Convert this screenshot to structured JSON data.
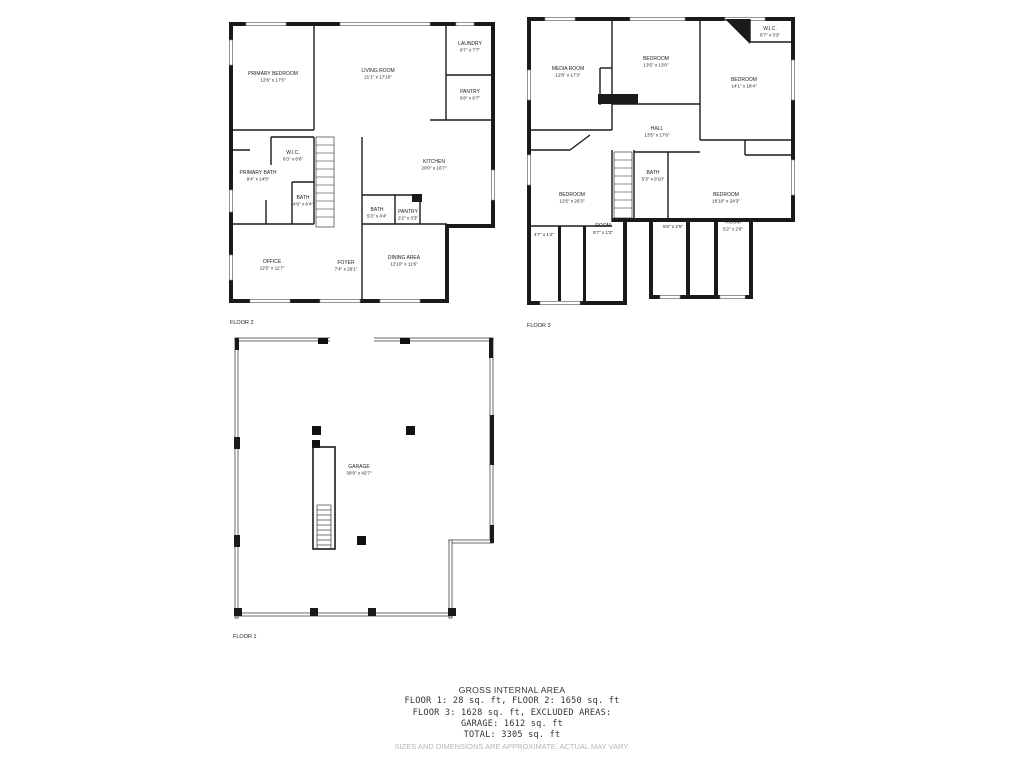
{
  "floors": {
    "floor2": {
      "label": "FLOOR 2",
      "rooms": {
        "primary_bedroom": {
          "name": "PRIMARY BEDROOM",
          "dim": "12'6\" x 17'5\""
        },
        "living_room": {
          "name": "LIVING ROOM",
          "dim": "21'1\" x 17'10\""
        },
        "laundry": {
          "name": "LAUNDRY",
          "dim": "6'7\" x 7'7\""
        },
        "pantry_a": {
          "name": "PANTRY",
          "dim": "6'8\" x 6'7\""
        },
        "wic": {
          "name": "W.I.C.",
          "dim": "6'3\" x 6'6\""
        },
        "primary_bath": {
          "name": "PRIMARY BATH",
          "dim": "9'4\" x 14'5\""
        },
        "bath_small": {
          "name": "BATH",
          "dim": "4'9\" x 6'4\""
        },
        "kitchen": {
          "name": "KITCHEN",
          "dim": "20'0\" x 16'7\""
        },
        "bath_b": {
          "name": "BATH",
          "dim": "5'3\" x 4'4\""
        },
        "pantry_b": {
          "name": "PANTRY",
          "dim": "2'2\" x 3'3\""
        },
        "office": {
          "name": "OFFICE",
          "dim": "12'5\" x 11'7\""
        },
        "foyer": {
          "name": "FOYER",
          "dim": "7'4\" x 26'1\""
        },
        "dining": {
          "name": "DINING AREA",
          "dim": "12'10\" x 11'6\""
        }
      }
    },
    "floor3": {
      "label": "FLOOR 3",
      "rooms": {
        "media_room": {
          "name": "MEDIA ROOM",
          "dim": "12'8\" x 17'3\""
        },
        "bedroom_a": {
          "name": "BEDROOM",
          "dim": "13'5\" x 13'0\""
        },
        "wic": {
          "name": "W.I.C.",
          "dim": "6'7\" x 3'3\""
        },
        "bedroom_b": {
          "name": "BEDROOM",
          "dim": "14'1\" x 18'4\""
        },
        "hall": {
          "name": "HALL",
          "dim": "13'5\" x 17'6\""
        },
        "bedroom_c": {
          "name": "BEDROOM",
          "dim": "12'6\" x 26'3\""
        },
        "bath": {
          "name": "BATH",
          "dim": "5'3\" x 9'10\""
        },
        "bedroom_d": {
          "name": "BEDROOM",
          "dim": "16'10\" x 24'3\""
        },
        "closet_a": {
          "name": "",
          "dim": "4'7\" x 1'2\""
        },
        "room_a": {
          "name": "ROOM",
          "dim": "5'7\" x 1'2\""
        },
        "closet_b": {
          "name": "",
          "dim": "5'8\" x 2'5\""
        },
        "room_b": {
          "name": "ROOM",
          "dim": "5'2\" x 2'6\""
        }
      }
    },
    "floor1": {
      "label": "FLOOR 1",
      "rooms": {
        "garage": {
          "name": "GARAGE",
          "dim": "39'9\" x 42'7\""
        }
      }
    }
  },
  "summary": {
    "title": "GROSS INTERNAL AREA",
    "line1": "FLOOR 1: 28 sq. ft, FLOOR 2: 1650 sq. ft",
    "line2": "FLOOR 3: 1628 sq. ft, EXCLUDED AREAS:",
    "line3": "GARAGE: 1612 sq. ft",
    "line4": "TOTAL: 3305 sq. ft",
    "disclaimer": "SIZES AND DIMENSIONS ARE APPROXIMATE, ACTUAL MAY VARY."
  }
}
